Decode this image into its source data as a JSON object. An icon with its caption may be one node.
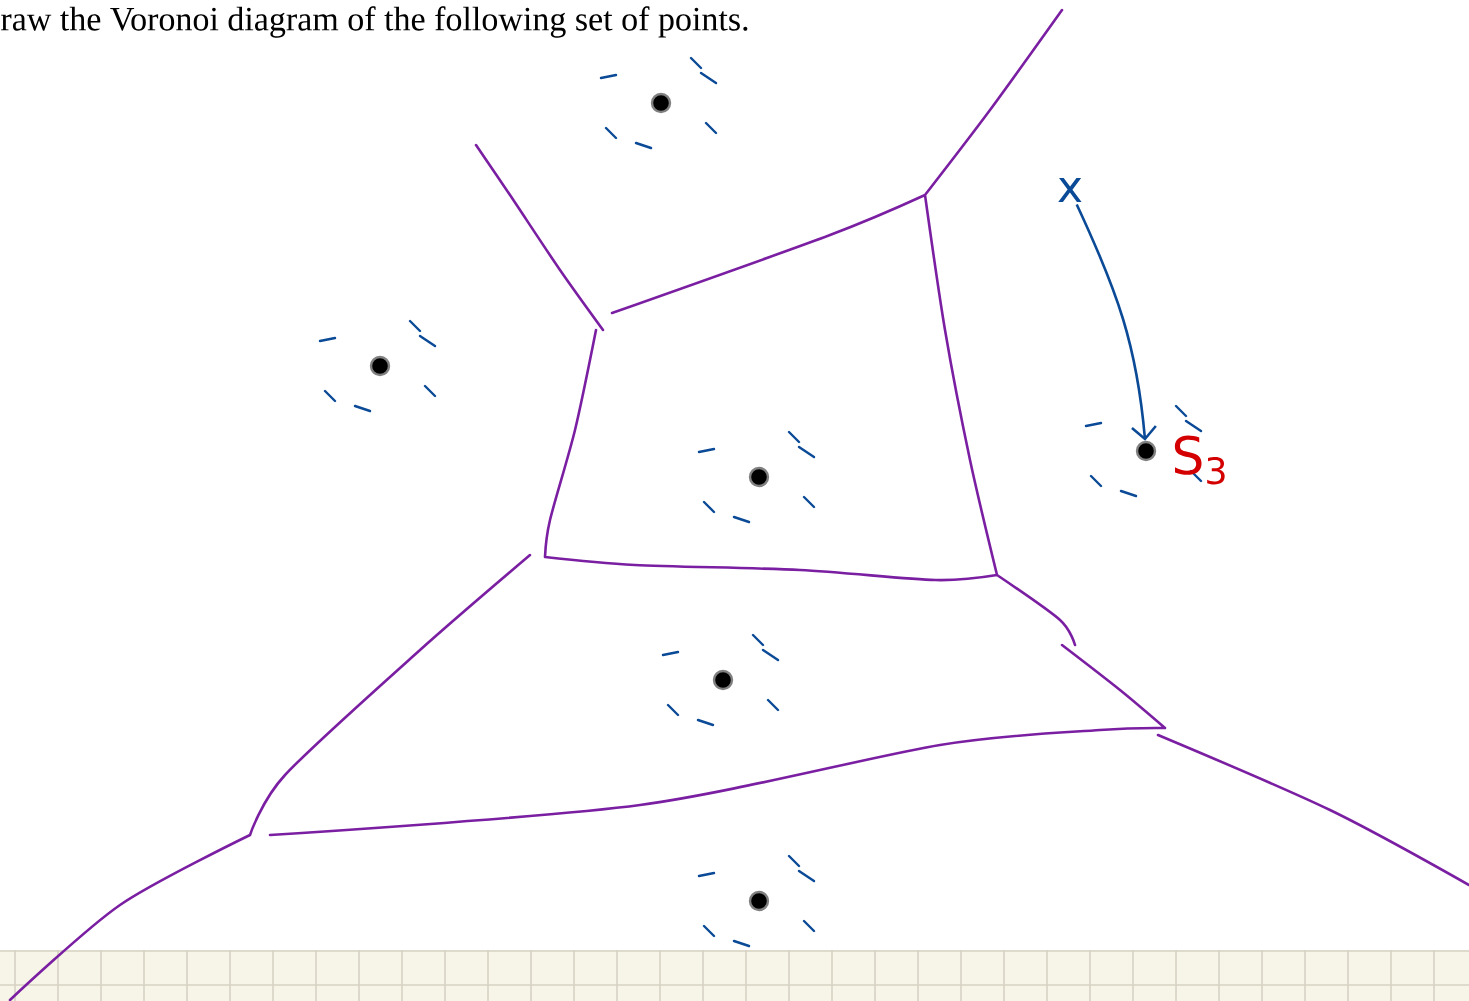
{
  "diagram": {
    "title": "raw the Voronoi diagram of the following set of points.",
    "nodes": [
      {
        "text": [],
        "shape": "circle"
      },
      {
        "text": [
          "x"
        ]
      },
      {
        "text": [],
        "shape": "circle"
      },
      {
        "text": [],
        "shape": "circle"
      },
      {
        "text": [],
        "shape": "circle"
      },
      {
        "text": [],
        "shape": "circle"
      },
      {
        "text": [],
        "shape": "circle"
      }
    ],
    "edges": [
      {
        "from": 1,
        "to": 3,
        "arrow": "to",
        "color": "#0b4a96"
      }
    ],
    "labels": [
      "S$_{3}$"
    ]
  }
}
